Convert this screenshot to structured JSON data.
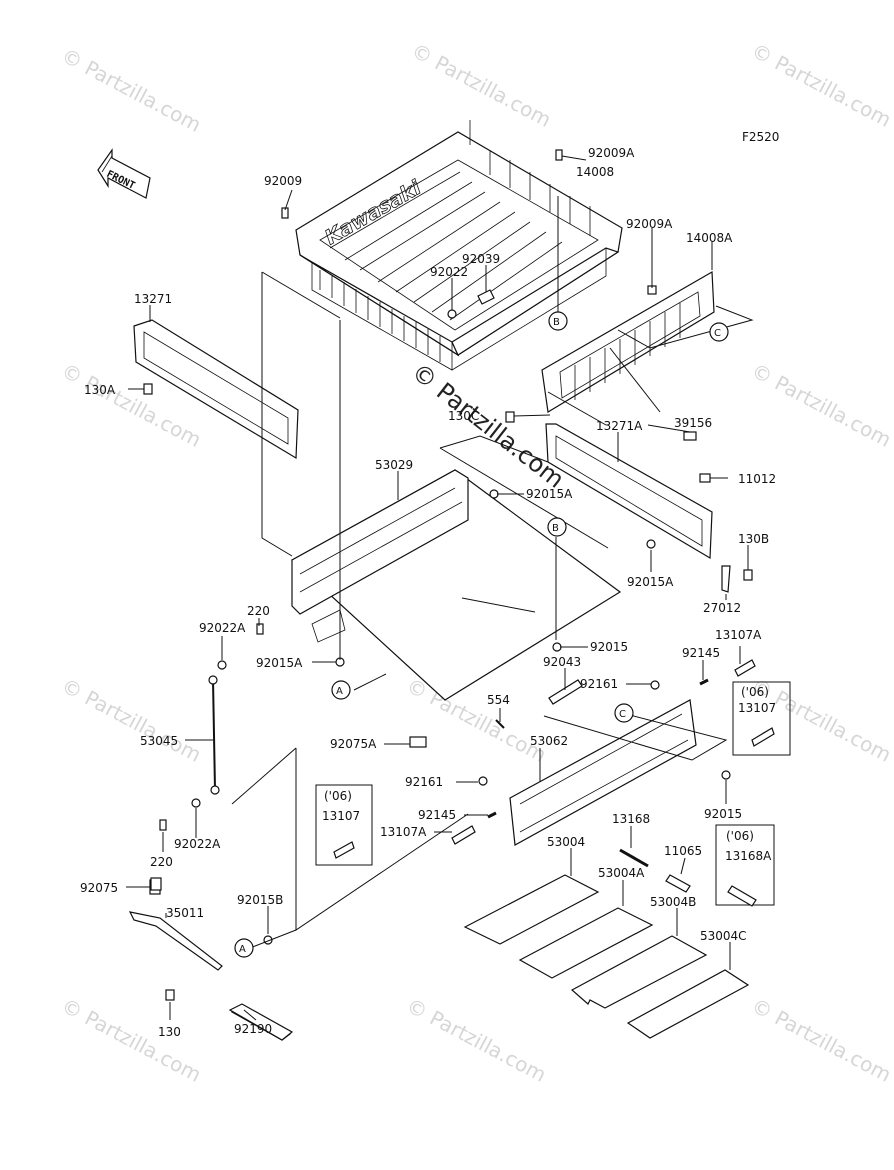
{
  "figure_code": "F2520",
  "front_label": "FRONT",
  "watermark": "© Partzilla.com",
  "callout_letters": {
    "a": "A",
    "b": "B",
    "c": "C"
  },
  "year_note": "('06)",
  "parts": {
    "p92009": "92009",
    "p92009A_top": "92009A",
    "p14008": "14008",
    "p92009A_right": "92009A",
    "p14008A": "14008A",
    "p92039": "92039",
    "p92022": "92022",
    "p13271": "13271",
    "p130A": "130A",
    "p39156": "39156",
    "p130C": "130C",
    "p13271A": "13271A",
    "p53029": "53029",
    "p92015A_top": "92015A",
    "p11012": "11012",
    "p130B": "130B",
    "p92015A_right": "92015A",
    "p27012": "27012",
    "p220_top": "220",
    "p92022A_top": "92022A",
    "p92015A_left": "92015A",
    "p92015": "92015",
    "p92043": "92043",
    "p13107A_top": "13107A",
    "p92145_top": "92145",
    "p92161_top": "92161",
    "p13107_box_right": "13107",
    "p554": "554",
    "p53045": "53045",
    "p92075A": "92075A",
    "p53062": "53062",
    "p92161_mid": "92161",
    "p92015_right": "92015",
    "p92145_mid": "92145",
    "p13107A_mid": "13107A",
    "p13107_box_left": "13107",
    "p13168": "13168",
    "p11065": "11065",
    "p13168A": "13168A",
    "p220_bottom": "220",
    "p92022A_bottom": "92022A",
    "p92075": "92075",
    "p35011": "35011",
    "p92015B": "92015B",
    "p53004": "53004",
    "p53004A": "53004A",
    "p53004B": "53004B",
    "p53004C": "53004C",
    "p130": "130",
    "p92190": "92190"
  }
}
